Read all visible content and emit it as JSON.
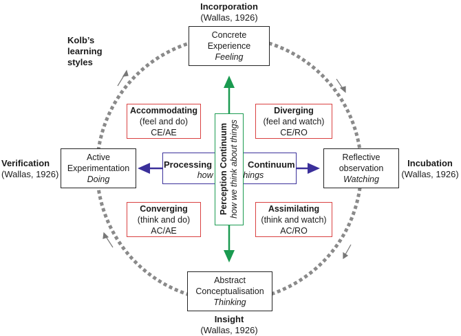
{
  "title": {
    "line1": "Kolb’s",
    "line2": "learning",
    "line3": "styles"
  },
  "stages": {
    "top": {
      "title": "Incorporation",
      "citation": "(Wallas, 1926)"
    },
    "right": {
      "title": "Incubation",
      "citation": "(Wallas, 1926)"
    },
    "bottom": {
      "title": "Insight",
      "citation": "(Wallas, 1926)"
    },
    "left": {
      "title": "Verification",
      "citation": "(Wallas, 1926)"
    }
  },
  "modes": {
    "concrete": {
      "line1": "Concrete",
      "line2": "Experience",
      "emphasis": "Feeling"
    },
    "reflective": {
      "line1": "Reflective",
      "line2": "observation",
      "emphasis": "Watching"
    },
    "abstract": {
      "line1": "Abstract",
      "line2": "Conceptualisation",
      "emphasis": "Thinking"
    },
    "active": {
      "line1": "Active",
      "line2": "Experimentation",
      "emphasis": "Doing"
    }
  },
  "styles": {
    "accommodating": {
      "name": "Accommodating",
      "desc": "(feel and do)",
      "code": "CE/AE"
    },
    "diverging": {
      "name": "Diverging",
      "desc": "(feel and watch)",
      "code": "CE/RO"
    },
    "converging": {
      "name": "Converging",
      "desc": "(think and do)",
      "code": "AC/AE"
    },
    "assimilating": {
      "name": "Assimilating",
      "desc": "(think and watch)",
      "code": "AC/RO"
    }
  },
  "processing": {
    "word1": "Processing",
    "word2": "Continuum",
    "subtitle": "how we do things"
  },
  "perception": {
    "title": "Perception Continuum",
    "subtitle": "how we think about things"
  },
  "colors": {
    "cycle_dots": "#8a8a8a",
    "style_border": "#d94040",
    "processing": "#3a2f9a",
    "perception": "#1a9a50",
    "cycle_arrows": "#777777"
  }
}
